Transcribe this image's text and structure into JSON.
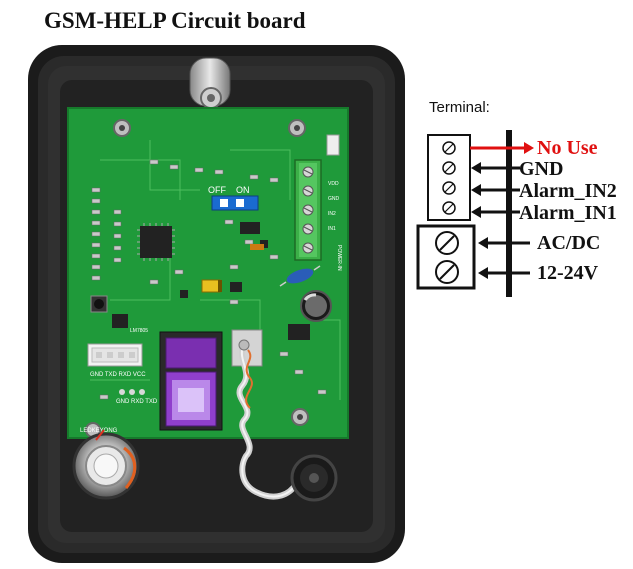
{
  "title": "GSM-HELP Circuit board",
  "terminal": {
    "heading": "Terminal:",
    "pins": [
      {
        "label": "No Use",
        "color": "#e01010"
      },
      {
        "label": "GND",
        "color": "#111111"
      },
      {
        "label": "Alarm_IN2",
        "color": "#111111"
      },
      {
        "label": "Alarm_IN1",
        "color": "#111111"
      },
      {
        "label": "AC/DC",
        "color": "#111111"
      },
      {
        "label": "12-24V",
        "color": "#111111"
      }
    ]
  },
  "board_marks": {
    "switch_off": "OFF",
    "switch_on": "ON",
    "header_pins": "GND TXD RXD VCC",
    "bottom_pins": "GND RXD TXD",
    "brand": "LEDKEYONG",
    "terminal_pins": [
      "VDD",
      "GND",
      "IN2",
      "IN1"
    ],
    "power": "POWER-IN",
    "chip": "LM7805"
  },
  "colors": {
    "pcb": "#1f9a3a",
    "housing": "#232323",
    "terminal_block": "#3cb048",
    "arrow_red": "#e01010"
  }
}
